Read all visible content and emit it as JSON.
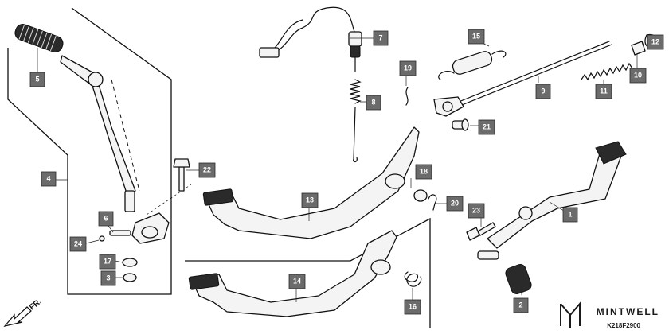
{
  "callouts": [
    "1",
    "2",
    "3",
    "4",
    "5",
    "6",
    "7",
    "8",
    "9",
    "10",
    "11",
    "12",
    "13",
    "14",
    "15",
    "16",
    "17",
    "18",
    "19",
    "20",
    "21",
    "22",
    "23",
    "24"
  ],
  "direction_label": "FR.",
  "brand": {
    "name": "MINTWELL",
    "code": "K218F2900"
  }
}
